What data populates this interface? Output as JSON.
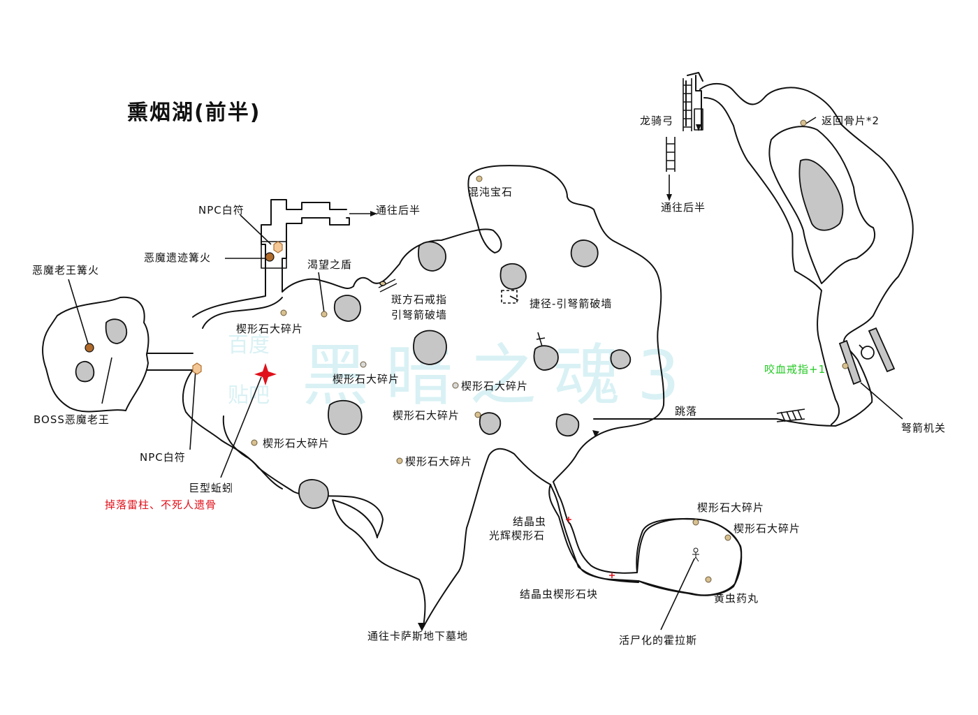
{
  "title": "熏烟湖(前半)",
  "watermark": {
    "small_line1": "百度",
    "small_line2": "贴吧",
    "big": "黑暗之魂3"
  },
  "labels": {
    "npc_white_sign_top": "NPC白符",
    "to_second_half_top": "通往后半",
    "demon_ruins_bonfire": "恶魔遗迹篝火",
    "old_demon_king_bonfire": "恶魔老王篝火",
    "wanderer_shield": "渴望之盾",
    "speckled_ring": "斑方石戒指",
    "crossbow_wall_1": "引弩箭破墙",
    "chaos_gem": "混沌宝石",
    "shortcut_wall": "捷径-引弩箭破墙",
    "dragonrider_bow": "龙骑弓",
    "to_second_half_right": "通往后半",
    "return_bone": "返回骨片*2",
    "bloodbite_ring": "咬血戒指+1",
    "jump_down": "跳落",
    "ballista": "弩箭机关",
    "boss_old_demon_king": "BOSS恶魔老王",
    "npc_white_sign_left": "NPC白符",
    "giant_worm": "巨型蚯蚓",
    "drop_lightning_prefix": "掉落雷柱、",
    "undead_bone": "不死人遗骨",
    "to_catacombs": "通往卡萨斯地下墓地",
    "crystal_lizard": "结晶虫",
    "twinkling_titanite": "光辉楔形石",
    "crystal_lizard_chunk": "结晶虫楔形石块",
    "yellow_pill": "黄虫药丸",
    "zombie_horace": "活尸化的霍拉斯",
    "large_titanite_shard": "楔形石大碎片"
  },
  "colors": {
    "outline": "#111111",
    "rock": "#c6c6c6",
    "item_dot": "#d8c090",
    "bonfire": "#b06a2a",
    "white_sign": "#f3c896",
    "highlight_red": "#e0101a",
    "highlight_green": "#21c921",
    "watermark": "#d9f1f4"
  }
}
